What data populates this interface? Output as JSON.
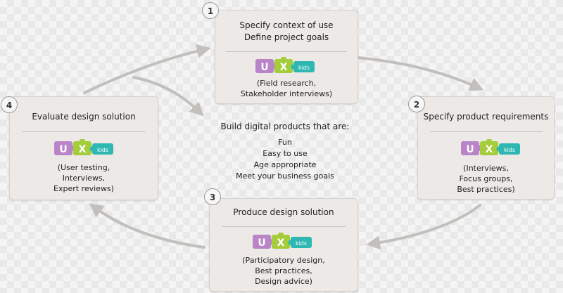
{
  "steps": [
    {
      "number": "1",
      "title_line1": "Specify context of use",
      "title_line2": "Define project goals",
      "methods": [
        "(Field research,",
        "Stakeholder interviews)"
      ]
    },
    {
      "number": "2",
      "title_line1": "Specify product requirements",
      "methods": [
        "(Interviews,",
        "Focus groups,",
        "Best practices)"
      ]
    },
    {
      "number": "3",
      "title_line1": "Produce design solution",
      "methods": [
        "(Participatory design,",
        "Best practices,",
        "Design advice)"
      ]
    },
    {
      "number": "4",
      "title_line1": "Evaluate design solution",
      "methods": [
        "(User testing,",
        "Interviews,",
        "Expert reviews)"
      ]
    }
  ],
  "logo": {
    "letter_u": "U",
    "letter_x": "X",
    "word": "kids",
    "colors": {
      "purple": "#b985c8",
      "green": "#a4cc3b",
      "teal": "#2fb8b2"
    }
  },
  "center": {
    "heading": "Build digital products that are:",
    "items": [
      "Fun",
      "Easy to use",
      "Age appropriate",
      "Meet your business goals"
    ]
  },
  "colors": {
    "arrow": "#c2bfbc",
    "card_bg": "#ece9e6",
    "card_border": "#d6d2ce"
  }
}
